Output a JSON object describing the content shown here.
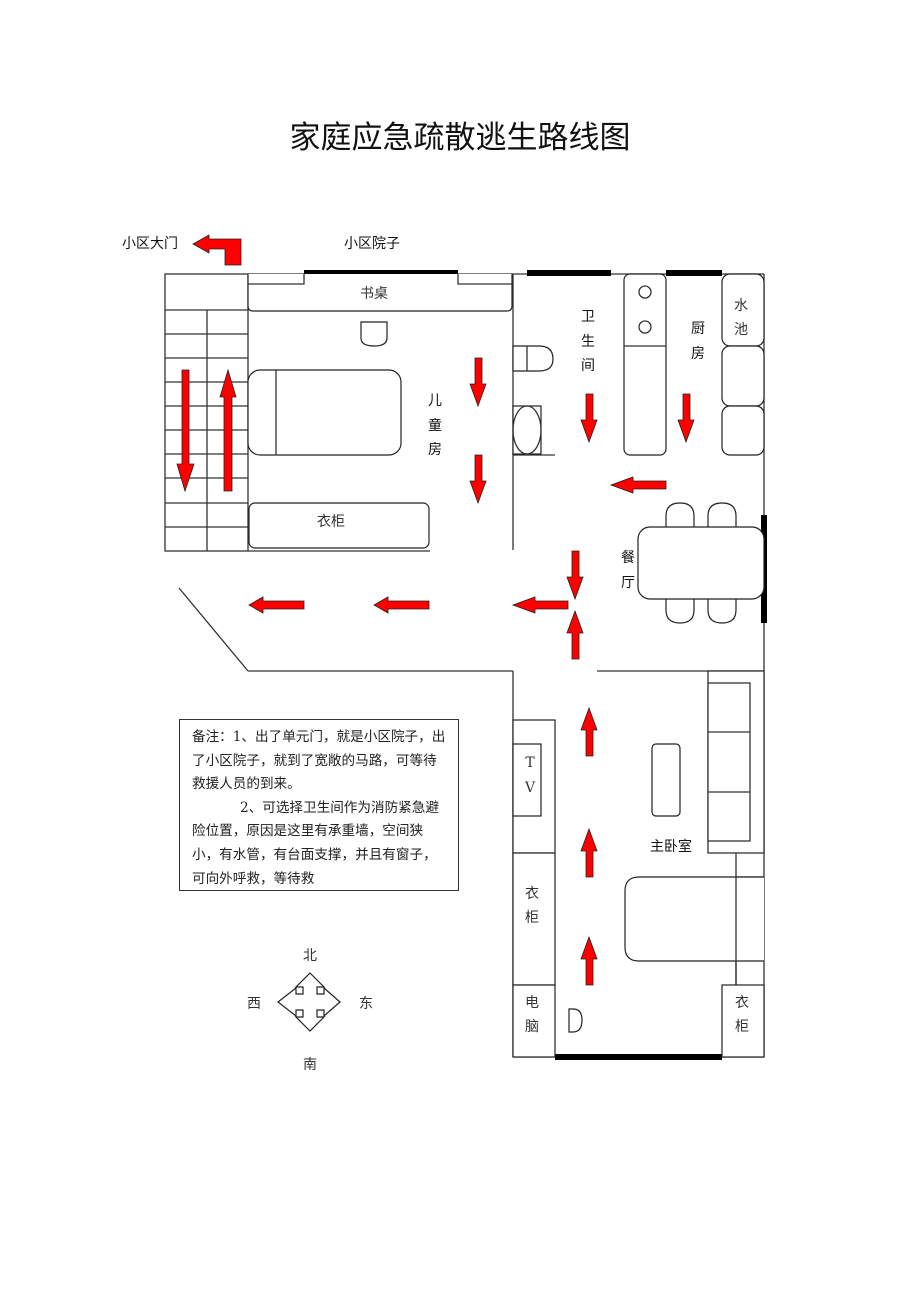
{
  "title": "家庭应急疏散逃生路线图",
  "outside": {
    "gate_label": "小区大门",
    "yard_label": "小区院子"
  },
  "rooms": {
    "children_room": {
      "label": [
        "儿",
        "童",
        "房"
      ],
      "desk": "书桌",
      "wardrobe": "衣柜"
    },
    "bathroom": {
      "label": [
        "卫",
        "生",
        "间"
      ]
    },
    "kitchen": {
      "label": [
        "厨",
        "房"
      ],
      "sink": [
        "水",
        "池"
      ]
    },
    "dining": {
      "label": [
        "餐",
        "厅"
      ]
    },
    "master_bedroom": {
      "label": "主卧室",
      "tv": [
        "T",
        "V"
      ],
      "wardrobe_left": [
        "衣",
        "柜"
      ],
      "computer": [
        "电",
        "脑"
      ],
      "wardrobe_right": [
        "衣",
        "柜"
      ]
    }
  },
  "note": {
    "line1": "备注：1、出了单元门，就是小区院子，出了小区院子，就到了宽敞的马路，可等待救援人员的到来。",
    "line2": "2、可选择卫生间作为消防紧急避险位置，原因是这里有承重墙，空间狭小，有水管，有台面支撑，并且有窗子，可向外呼救，等待救"
  },
  "compass": {
    "north": "北",
    "south": "南",
    "west": "西",
    "east": "东"
  },
  "colors": {
    "arrow": "#ff0000",
    "wall": "#333333",
    "window": "#000000"
  },
  "escape_arrows": [
    {
      "id": "gate",
      "direction": "left"
    },
    {
      "id": "stair-down",
      "direction": "down"
    },
    {
      "id": "stair-up",
      "direction": "up"
    },
    {
      "id": "child-1",
      "direction": "down"
    },
    {
      "id": "child-2",
      "direction": "down"
    },
    {
      "id": "bath",
      "direction": "down"
    },
    {
      "id": "kitchen",
      "direction": "down"
    },
    {
      "id": "dining",
      "direction": "left"
    },
    {
      "id": "junction-down",
      "direction": "down"
    },
    {
      "id": "junction-up",
      "direction": "up"
    },
    {
      "id": "hall-1",
      "direction": "left"
    },
    {
      "id": "hall-2",
      "direction": "left"
    },
    {
      "id": "hall-3",
      "direction": "left"
    },
    {
      "id": "master-1",
      "direction": "up"
    },
    {
      "id": "master-2",
      "direction": "up"
    },
    {
      "id": "master-3",
      "direction": "up"
    }
  ]
}
